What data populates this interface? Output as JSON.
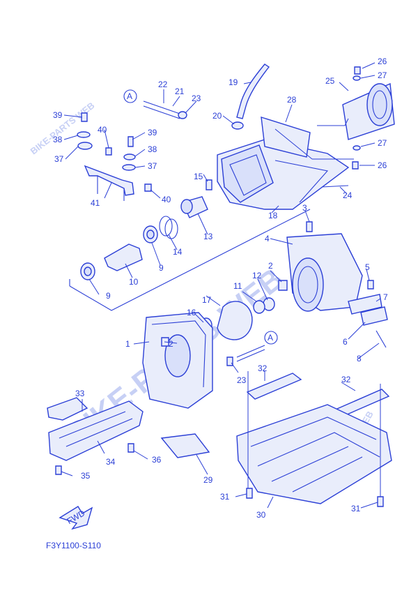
{
  "diagram_code": "F3Y1100-S110",
  "fwd_label": "FWD",
  "watermark": "BIKE-PARTS WEB",
  "watermark_small": "BIKE-PARTS WEB",
  "ref_marker": "A",
  "callouts": {
    "c1": "1",
    "c2a": "2",
    "c2b": "2",
    "c3": "3",
    "c4": "4",
    "c5": "5",
    "c6": "6",
    "c7": "7",
    "c8": "8",
    "c9a": "9",
    "c9b": "9",
    "c10": "10",
    "c11": "11",
    "c12": "12",
    "c13": "13",
    "c14": "14",
    "c15": "15",
    "c16": "16",
    "c17": "17",
    "c18": "18",
    "c19": "19",
    "c20": "20",
    "c21": "21",
    "c22": "22",
    "c23a": "23",
    "c23b": "23",
    "c24": "24",
    "c25": "25",
    "c26a": "26",
    "c26b": "26",
    "c27a": "27",
    "c27b": "27",
    "c28": "28",
    "c29": "29",
    "c30": "30",
    "c31a": "31",
    "c31b": "31",
    "c32a": "32",
    "c32b": "32",
    "c33": "33",
    "c34": "34",
    "c35": "35",
    "c36": "36",
    "c37a": "37",
    "c37b": "37",
    "c38a": "38",
    "c38b": "38",
    "c39a": "39",
    "c39b": "39",
    "c40a": "40",
    "c40b": "40",
    "c41": "41"
  }
}
